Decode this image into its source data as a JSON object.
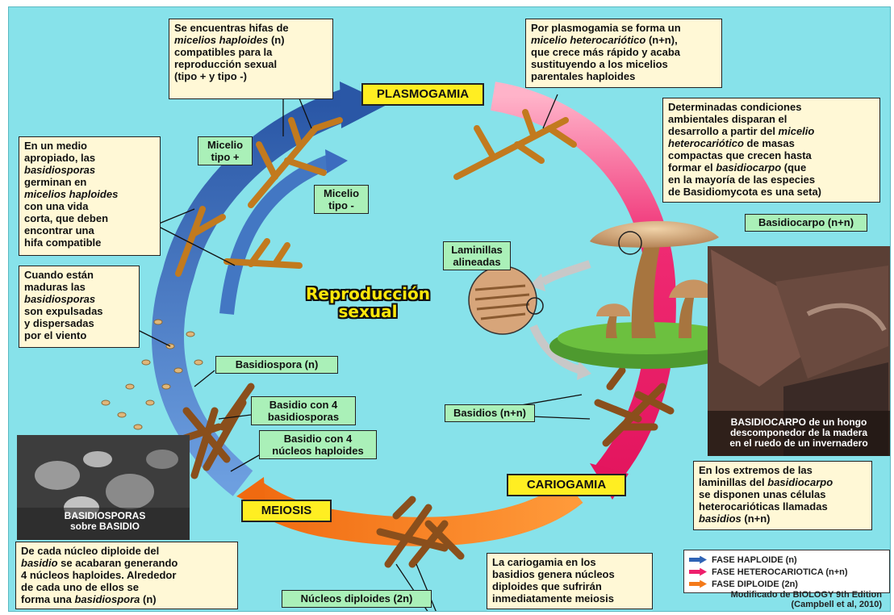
{
  "title": {
    "line1": "Reproducción",
    "line2": "sexual"
  },
  "phases": {
    "plasmogamia": "PLASMOGAMIA",
    "cariogamia": "CARIOGAMIA",
    "meiosis": "MEIOSIS"
  },
  "notes": {
    "hifas": {
      "l1": "Se encuentras hifas de",
      "l2a": "micelios haploides",
      "l2b": " (n)",
      "l3": "compatibles para la",
      "l4": "reproducción sexual",
      "l5": "(tipo + y tipo -)"
    },
    "plasmogamia": {
      "l1": "Por plasmogamia se forma un",
      "l2a": "micelio heterocariótico",
      "l2b": " (n+n),",
      "l3": "que crece más rápido y acaba",
      "l4": "sustituyendo a los micelios",
      "l5": "parentales haploides"
    },
    "condiciones": {
      "l1": "Determinadas condiciones",
      "l2": "ambientales disparan el",
      "l3a": "desarrollo a partir del ",
      "l3b": "micelio",
      "l4a": "heterocariótico",
      "l4b": " de masas",
      "l5": "compactas que crecen hasta",
      "l6a": "formar el ",
      "l6b": "basidiocarpo",
      "l6c": " (que",
      "l7": "en la mayoría de las especies",
      "l8": "de Basidiomycota es una seta)"
    },
    "medio": {
      "l1": "En un medio",
      "l2": "apropiado, las",
      "l3": "basidiosporas",
      "l4": "germinan en",
      "l5": "micelios haploides",
      "l6": "con una vida",
      "l7": "corta, que deben",
      "l8": "encontrar una",
      "l9": "hifa compatible"
    },
    "maduras": {
      "l1": "Cuando están",
      "l2": "maduras las",
      "l3": "basidiosporas",
      "l4": "son expulsadas",
      "l5": "y dispersadas",
      "l6": "por el viento"
    },
    "extremos": {
      "l1": "En los extremos de las",
      "l2a": "laminillas del ",
      "l2b": "basidiocarpo",
      "l3": "se disponen unas células",
      "l4": "heterocarióticas llamadas",
      "l5a": "basidios",
      "l5b": " (n+n)"
    },
    "cariogamia": {
      "l1": "La cariogamia en los",
      "l2": "basidios genera núcleos",
      "l3": "diploides que sufrirán",
      "l4": "inmediatamente meiosis"
    },
    "nucleo": {
      "l1": "De cada núcleo diploide del",
      "l2a": "basidio",
      "l2b": " se acabaran generando",
      "l3": "4 núcleos haploides. Alrededor",
      "l4": "de cada uno de ellos se",
      "l5a": "forma una ",
      "l5b": "basidiospora",
      "l5c": " (n)"
    }
  },
  "labels": {
    "micelio_plus": {
      "l1": "Micelio",
      "l2": "tipo +"
    },
    "micelio_minus": {
      "l1": "Micelio",
      "l2": "tipo -"
    },
    "basidiocarpo": "Basidiocarpo (n+n)",
    "laminillas": {
      "l1": "Laminillas",
      "l2": "alineadas"
    },
    "basidiospora": "Basidiospora (n)",
    "basidio4": {
      "l1": "Basidio con 4",
      "l2": "basidiosporas"
    },
    "basidio4n": {
      "l1": "Basidio con 4",
      "l2": "núcleos haploides"
    },
    "basidios": "Basidios (n+n)",
    "nucleos_diploides": "Núcleos diploides (2n)"
  },
  "photos": {
    "basidiosporas": {
      "l1": "BASIDIOSPORAS",
      "l2": "sobre BASIDIO"
    },
    "basidiocarpo": {
      "l1": "BASIDIOCARPO de un hongo",
      "l2": "descomponedor de la madera",
      "l3": "en el ruedo de un invernadero"
    }
  },
  "legend": [
    {
      "label": "FASE HAPLOIDE (n)",
      "color": "#2f63b5"
    },
    {
      "label": "FASE HETEROCARIOTICA (n+n)",
      "color": "#ee1f6c"
    },
    {
      "label": "FASE DIPLOIDE (2n)",
      "color": "#f47a1a"
    }
  ],
  "credit": {
    "l1": "Modificado de BIOLOGY 9th Edition",
    "l2": "(Campbell et al, 2010)"
  },
  "colors": {
    "haploide": "#2f63b5",
    "heterocariotica": "#ee1f6c",
    "diploide": "#f47a1a",
    "background": "#87e2ea"
  }
}
